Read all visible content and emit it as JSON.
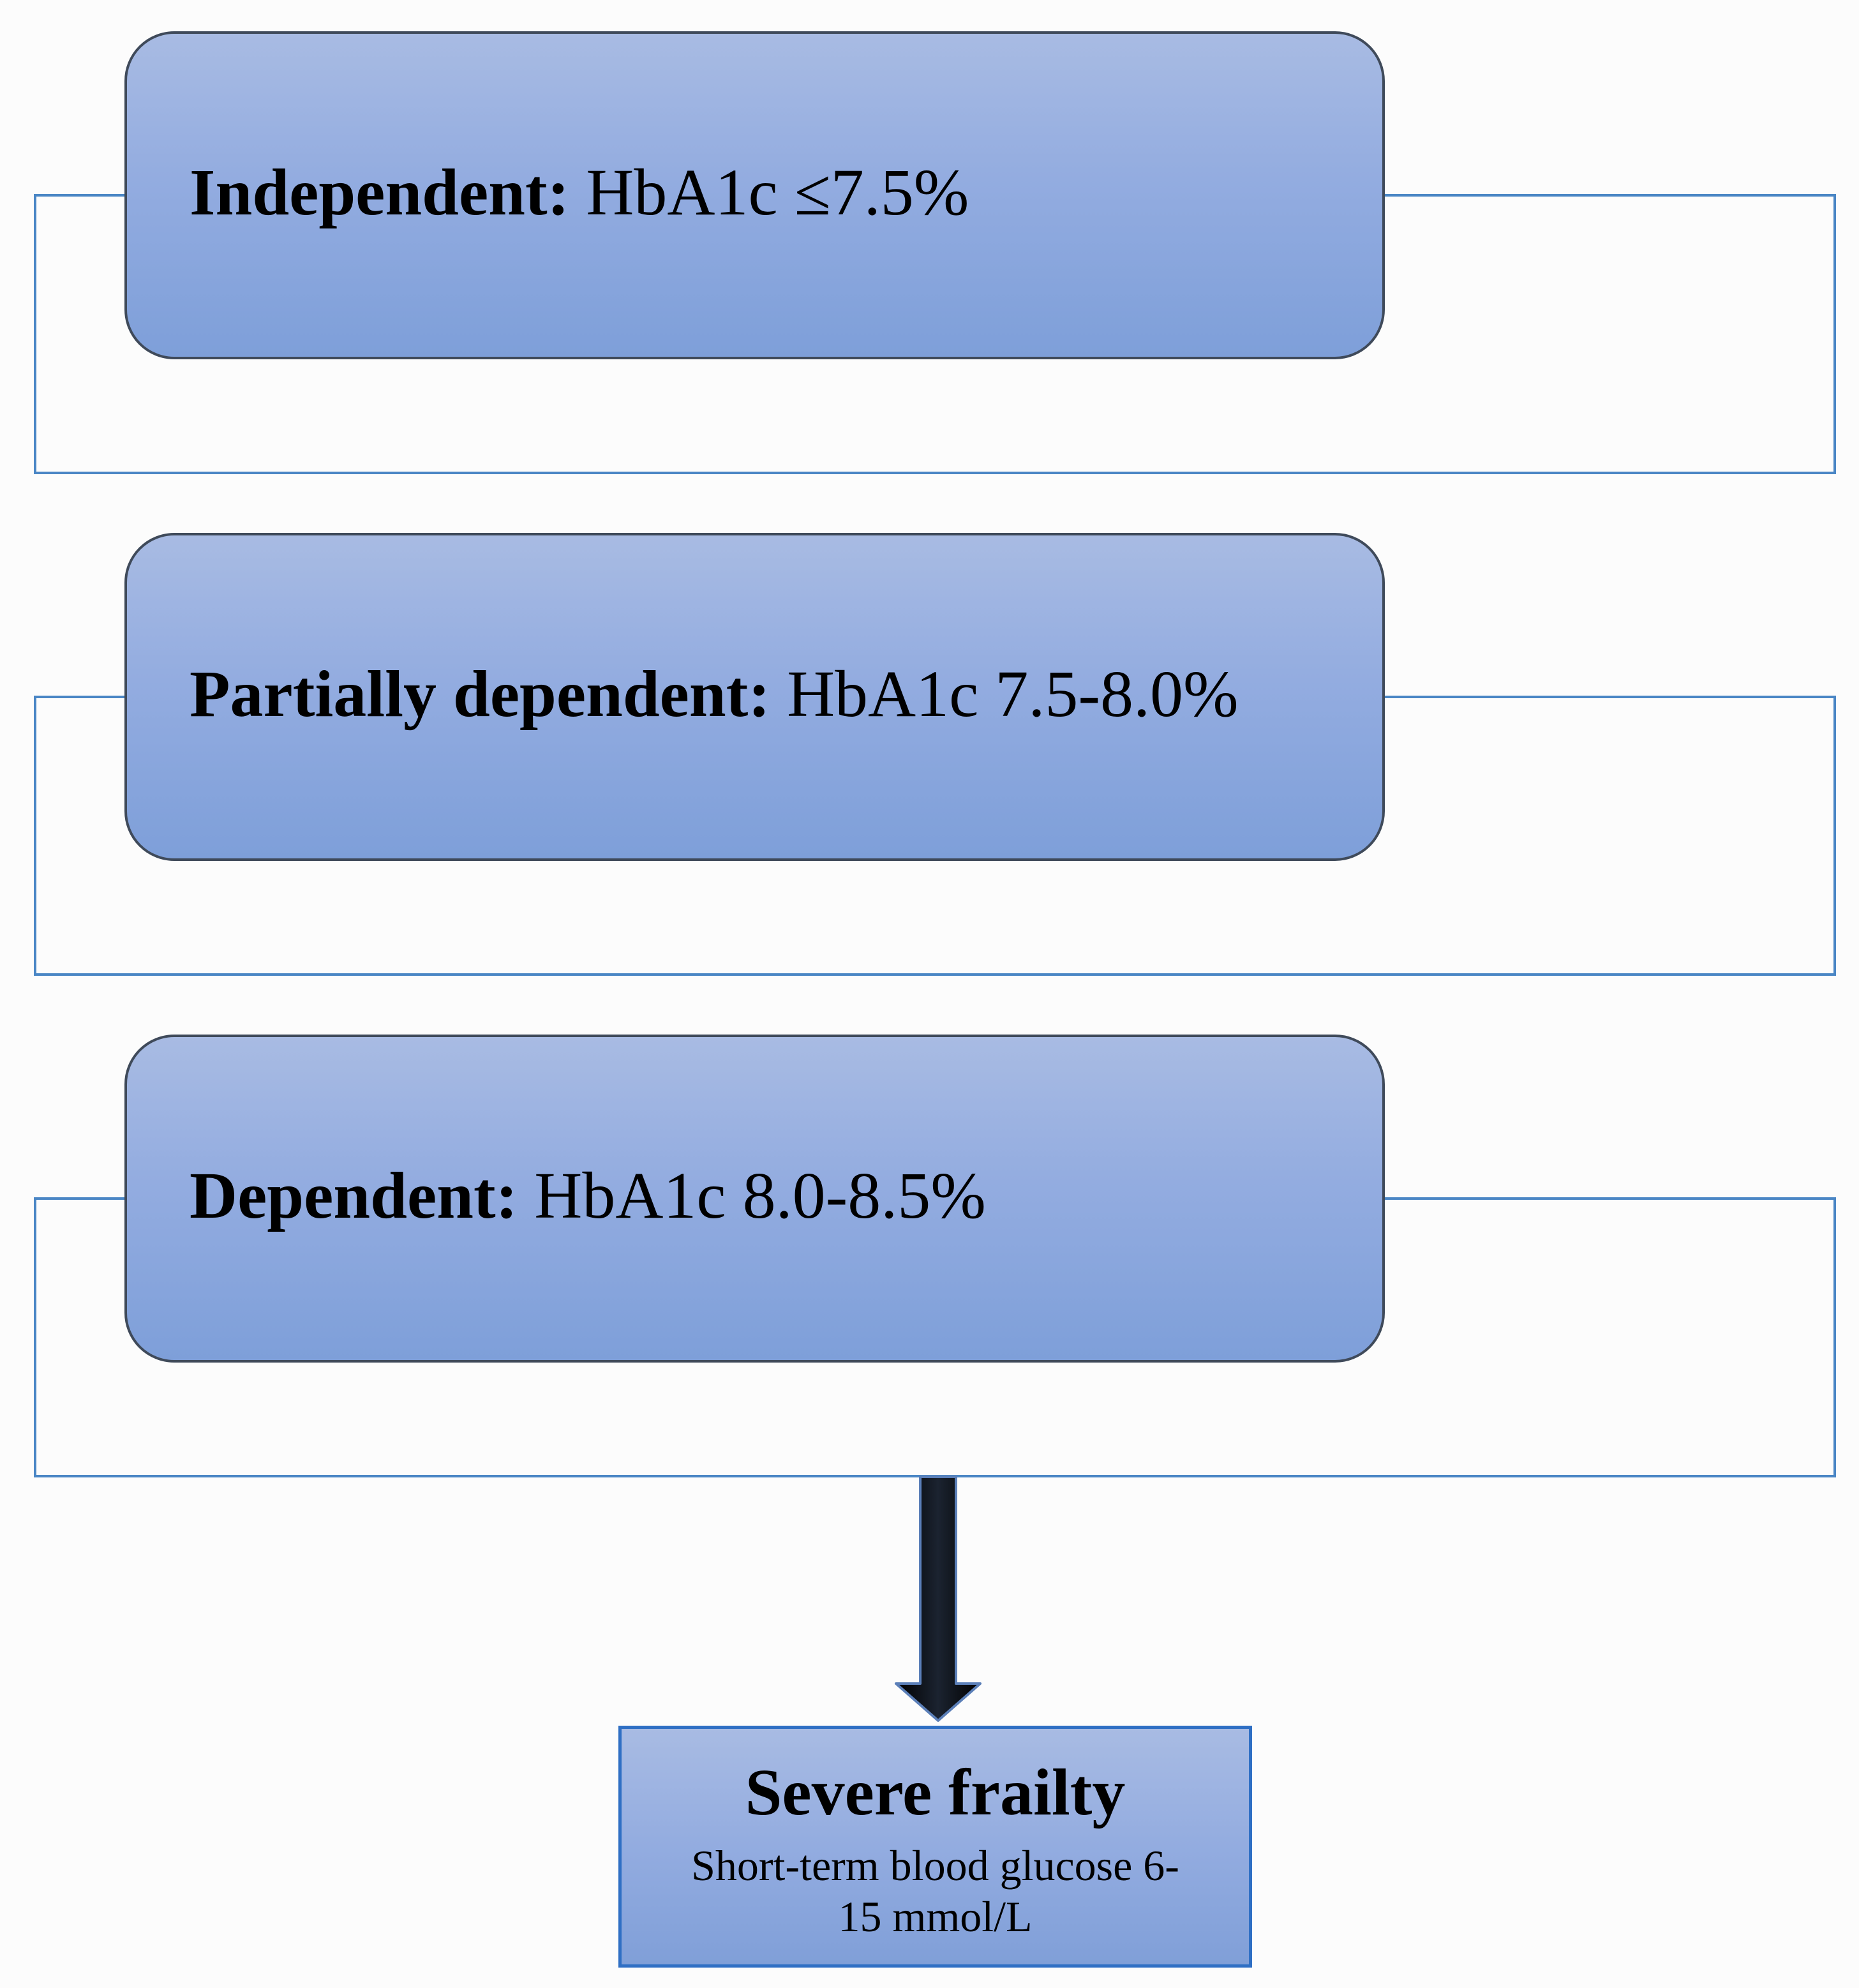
{
  "diagram": {
    "tiers": [
      {
        "label": "Independent:",
        "value": "HbA1c ≤7.5%"
      },
      {
        "label": "Partially dependent:",
        "value": "HbA1c 7.5-8.0%"
      },
      {
        "label": "Dependent:",
        "value": "HbA1c 8.0-8.5%"
      }
    ],
    "outcome": {
      "title": "Severe frailty",
      "line1": "Short-term blood glucose 6-",
      "line2": "15 mmol/L"
    }
  },
  "colors": {
    "frame_line": "#4a86c5",
    "box_fill_top": "#a8bbe3",
    "box_fill_bottom": "#7e9fd9",
    "box_border": "#3f4a5a",
    "arrow": "#000000",
    "outcome_border": "#2f6fc4"
  },
  "icons": {
    "connector": "down-arrow-icon"
  }
}
